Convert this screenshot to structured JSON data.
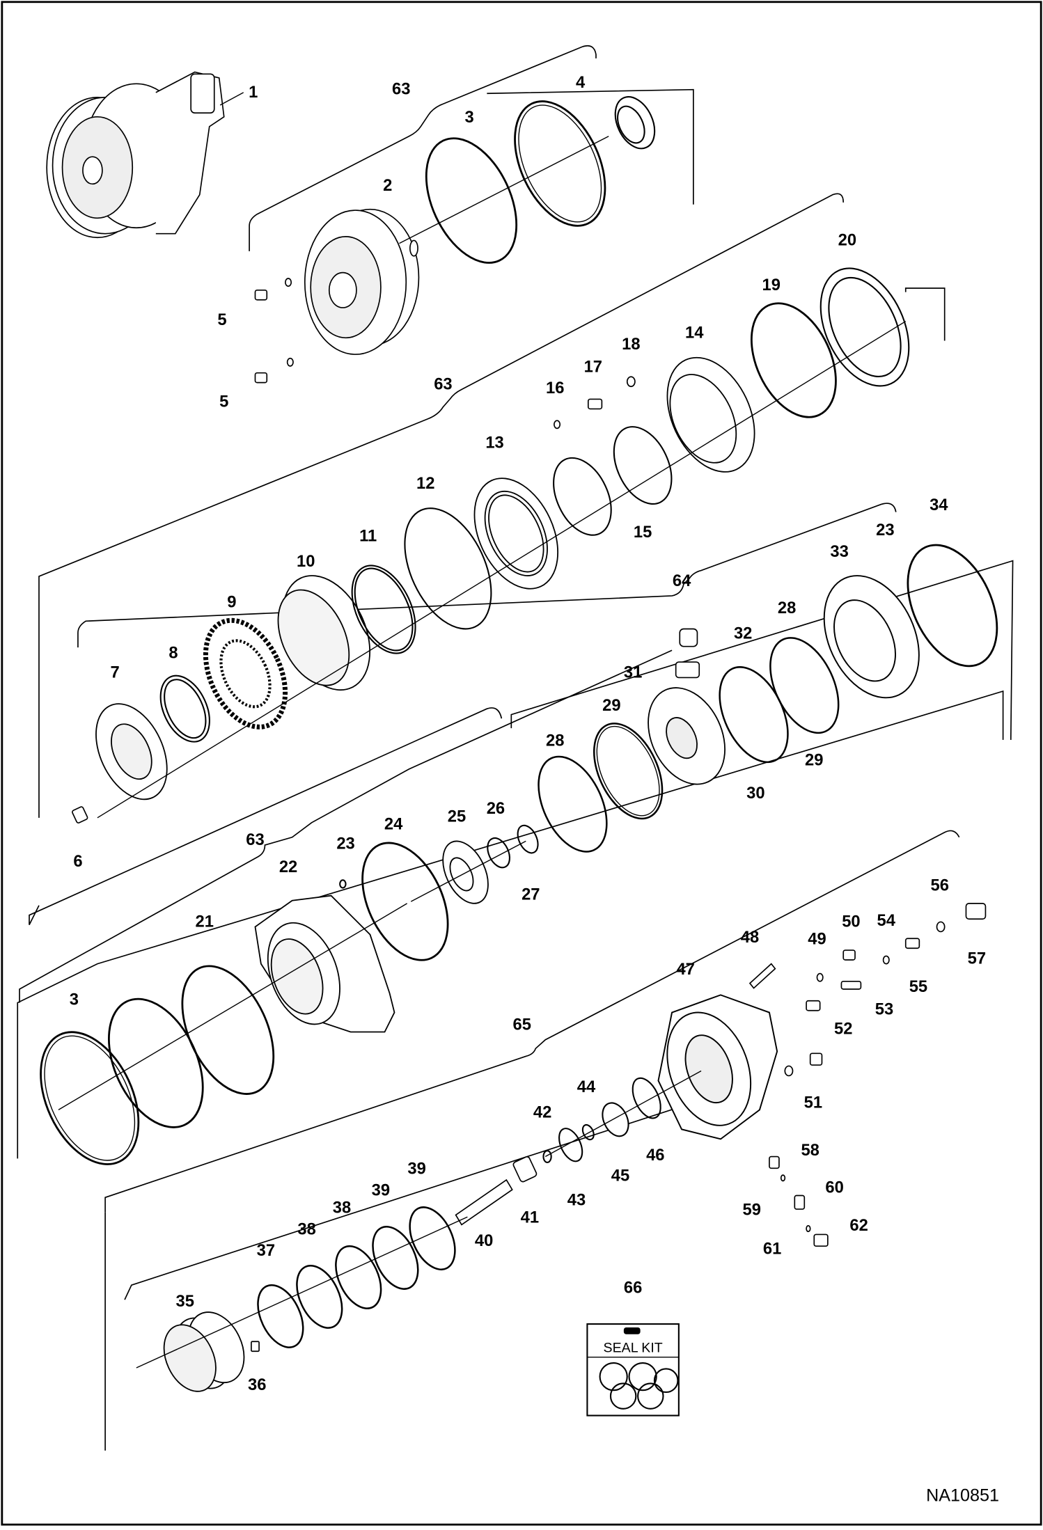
{
  "diagram": {
    "drawing_number": "NA10851",
    "seal_kit_label": "SEAL KIT",
    "callouts": [
      "1",
      "2",
      "3",
      "4",
      "5",
      "6",
      "7",
      "8",
      "9",
      "10",
      "11",
      "12",
      "13",
      "14",
      "15",
      "16",
      "17",
      "18",
      "19",
      "20",
      "21",
      "22",
      "23",
      "24",
      "25",
      "26",
      "27",
      "28",
      "29",
      "30",
      "31",
      "32",
      "33",
      "34",
      "35",
      "36",
      "37",
      "38",
      "39",
      "40",
      "41",
      "42",
      "43",
      "44",
      "45",
      "46",
      "47",
      "48",
      "49",
      "50",
      "51",
      "52",
      "53",
      "54",
      "55",
      "56",
      "57",
      "58",
      "59",
      "60",
      "61",
      "62",
      "63",
      "64",
      "65",
      "66"
    ],
    "group_labels": [
      "63",
      "64",
      "65"
    ],
    "parts": [
      "motor-assembly",
      "motor-cover",
      "o-ring",
      "shaft-seal",
      "plug",
      "capscrew",
      "cover-plate",
      "retaining-ring",
      "friction-disc",
      "brake-piston",
      "backup-ring",
      "seal-ring",
      "piston-plate",
      "brake-plate",
      "spring",
      "o-ring-small",
      "plug-fitting",
      "washer",
      "seal-ring-large",
      "thrust-plate",
      "ring",
      "housing",
      "plug-small",
      "o-ring-large",
      "bearing",
      "spacer",
      "snap-ring",
      "seal",
      "seal",
      "rotor",
      "valve",
      "cap",
      "stator",
      "seal",
      "piston-block",
      "plug-set",
      "ring",
      "ring",
      "ring",
      "spool",
      "spring",
      "ring",
      "ring",
      "washer",
      "seal-cap",
      "snap-ring",
      "valve-housing",
      "bolt",
      "o-ring",
      "plug",
      "plug",
      "spring",
      "relief-valve",
      "ball",
      "spring",
      "o-ring",
      "plug",
      "plug",
      "o-ring",
      "spring",
      "o-ring",
      "plug"
    ],
    "colors": {
      "line": "#000000",
      "background": "#ffffff",
      "fill_light": "#e6e6e6"
    }
  }
}
